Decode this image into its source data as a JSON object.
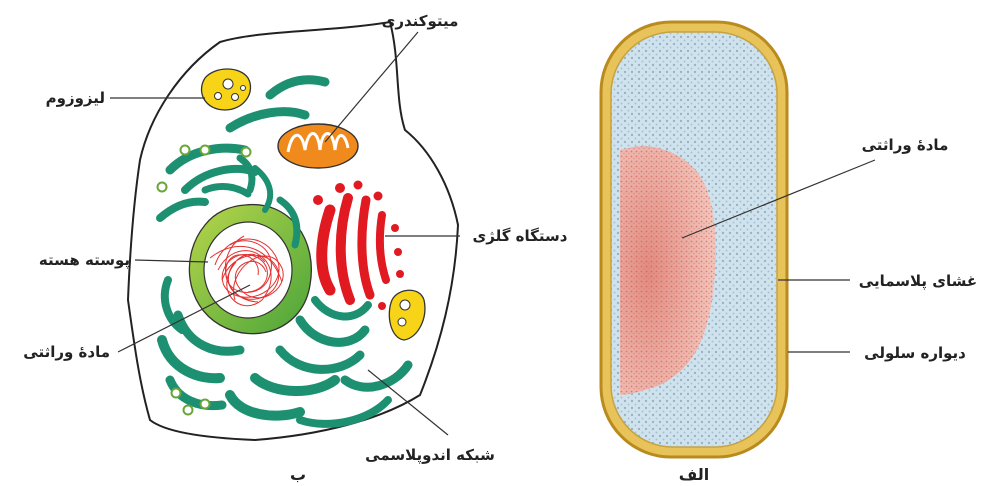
{
  "eukaryote": {
    "caption": "ب",
    "labels": {
      "mitochondria": "میتوکندری",
      "lysosome": "لیزوزوم",
      "golgi": "دستگاه گلژی",
      "nuclear_envelope": "پوسته هسته",
      "genetic_material": "مادهٔ وراثتی",
      "endoplasmic_reticulum": "شبکه اندوپلاسمی"
    }
  },
  "prokaryote": {
    "caption": "الف",
    "labels": {
      "genetic_material": "مادهٔ وراثتی",
      "plasma_membrane": "غشای پلاسمایی",
      "cell_wall": "دیواره سلولی"
    }
  },
  "colors": {
    "er_green": "#1c9070",
    "nucleus_ring": "#9bc53d",
    "golgi_red": "#e11a22",
    "mitochondria_orange": "#f08a1c",
    "lysosome_yellow": "#f7d417",
    "chromatin_red": "#e53030",
    "wall_gold": "#d9a633",
    "cytoplasm_blue": "#cfe3ef",
    "nucleoid_pink": "#e6a096"
  }
}
